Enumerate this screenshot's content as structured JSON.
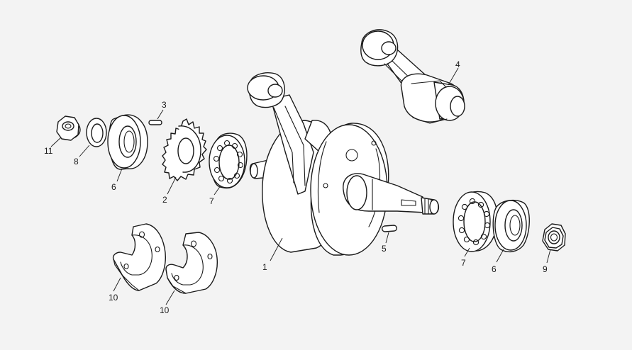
{
  "colors": {
    "background": "#f3f3f3",
    "line": "#1a1a1a",
    "fill": "#ffffff"
  },
  "callouts": {
    "crankshaft": "1",
    "gear": "2",
    "key_small": "3",
    "connecting_rod": "4",
    "key": "5",
    "seal_left": "6",
    "seal_right": "6",
    "bearing_left": "7",
    "bearing_right": "7",
    "washer": "8",
    "nut_right": "9",
    "counterweight_left": "10",
    "counterweight_right": "10",
    "nut_left": "11"
  }
}
